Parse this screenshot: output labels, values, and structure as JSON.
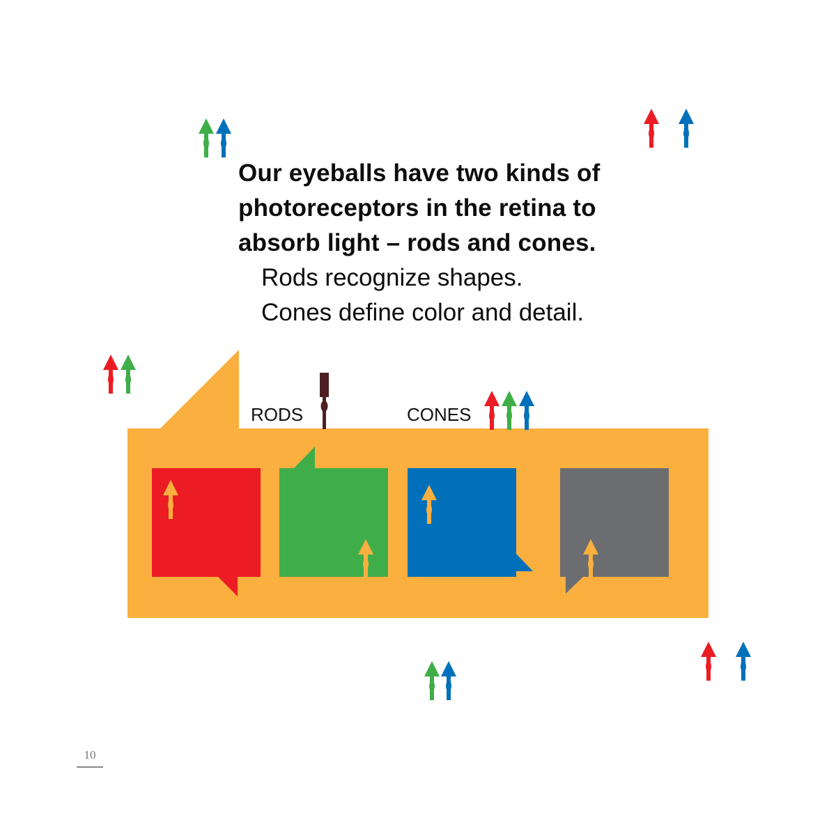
{
  "text": {
    "headline": "Our eyeballs have two kinds of photoreceptors in the retina to absorb light – rods and cones.",
    "line_rods": "Rods recognize shapes.",
    "line_cones": "Cones define color and detail."
  },
  "labels": {
    "rods": "RODS",
    "cones": "CONES"
  },
  "page_number": "10",
  "colors": {
    "orange": "#fbaf3f",
    "red": "#ec1c24",
    "green": "#3fae49",
    "blue": "#0170bb",
    "gray": "#6c6d70",
    "rod": "#4e1f22"
  },
  "photoreceptors": {
    "cones": [
      "red",
      "green",
      "blue"
    ],
    "rod_color": "rod"
  }
}
